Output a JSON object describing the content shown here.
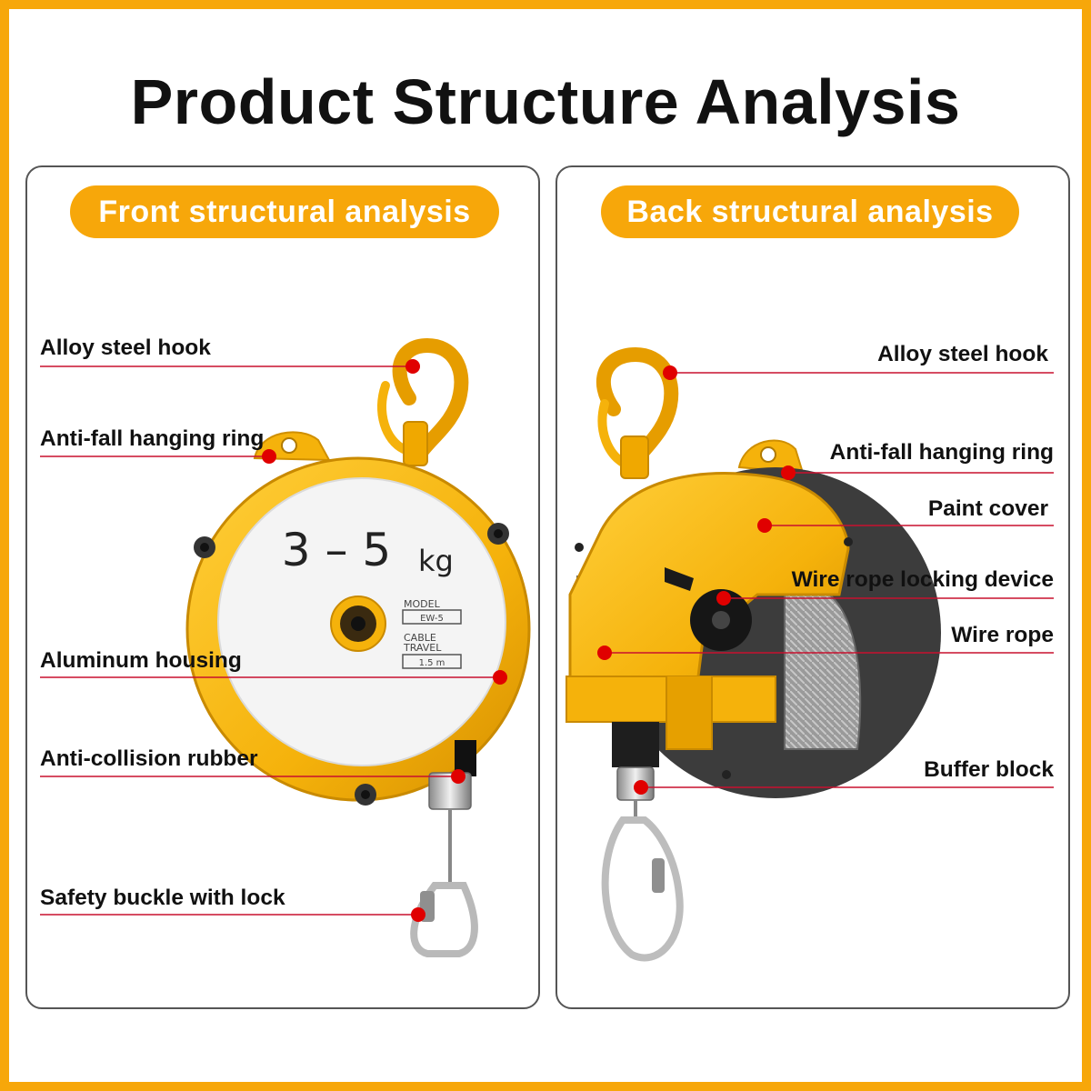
{
  "title": "Product Structure Analysis",
  "front": {
    "heading": "Front structural analysis",
    "model_face": {
      "capacity_main": "3 – 5",
      "capacity_unit": "kg",
      "model_label": "MODEL",
      "model_value": "EW-5",
      "cable_label_1": "CABLE",
      "cable_label_2": "TRAVEL",
      "cable_value": "1.5 m"
    },
    "callouts": [
      "Alloy steel hook",
      "Anti-fall hanging ring",
      "Aluminum housing",
      "Anti-collision rubber",
      "Safety buckle with lock"
    ]
  },
  "back": {
    "heading": "Back structural analysis",
    "callouts": [
      "Alloy steel hook",
      "Anti-fall hanging ring",
      "Paint cover",
      "Wire rope locking device",
      "Wire rope",
      "Buffer block"
    ]
  },
  "colors": {
    "accent": "#f7a70a",
    "product_yellow": "#f5b20b",
    "leader_line": "#c8102e",
    "dot": "#e00000"
  }
}
